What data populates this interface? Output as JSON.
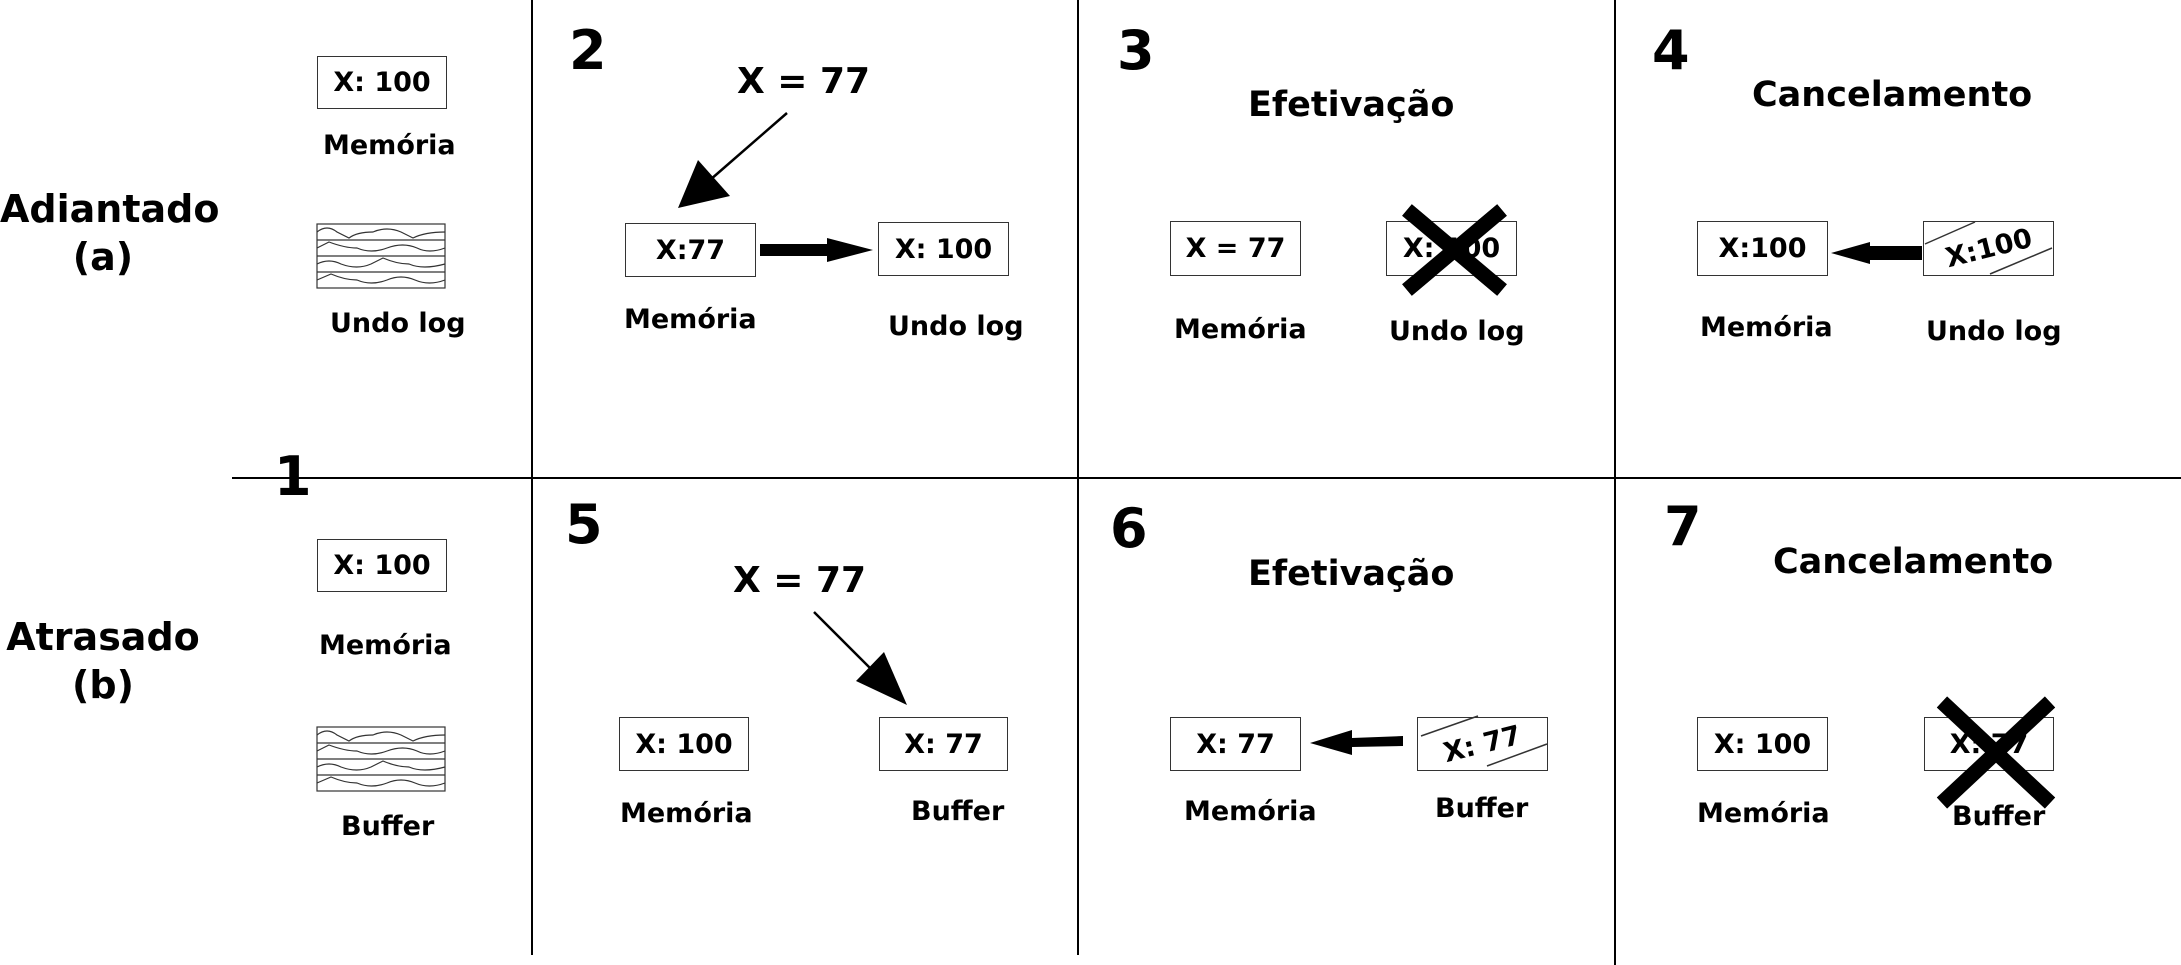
{
  "rows": {
    "a": "Adiantado\n(a)",
    "b": "Atrasado\n(b)"
  },
  "panels": {
    "p1": {
      "number": "1",
      "top_value": "X: 100",
      "top_memory": "Memória",
      "top_log": "Undo log",
      "bottom_value": "X: 100",
      "bottom_memory": "Memória",
      "bottom_buffer": "Buffer"
    },
    "p2": {
      "number": "2",
      "expr": "X = 77",
      "mem_value": "X:77",
      "log_value": "X: 100",
      "mem_label": "Memória",
      "log_label": "Undo log"
    },
    "p3": {
      "number": "3",
      "title": "Efetivação",
      "mem_value": "X = 77",
      "log_value": "X: 100",
      "mem_label": "Memória",
      "log_label": "Undo log"
    },
    "p4": {
      "number": "4",
      "title": "Cancelamento",
      "mem_value": "X:100",
      "log_value": "X:100",
      "mem_label": "Memória",
      "log_label": "Undo log"
    },
    "p5": {
      "number": "5",
      "expr": "X = 77",
      "mem_value": "X: 100",
      "buf_value": "X: 77",
      "mem_label": "Memória",
      "buf_label": "Buffer"
    },
    "p6": {
      "number": "6",
      "title": "Efetivação",
      "mem_value": "X: 77",
      "buf_value": "X: 77",
      "mem_label": "Memória",
      "buf_label": "Buffer"
    },
    "p7": {
      "number": "7",
      "title": "Cancelamento",
      "mem_value": "X: 100",
      "buf_value": "X: 77",
      "mem_label": "Memória",
      "buf_label": "Buffer"
    }
  },
  "colors": {
    "ink": "#000000",
    "box_border": "#333333"
  }
}
